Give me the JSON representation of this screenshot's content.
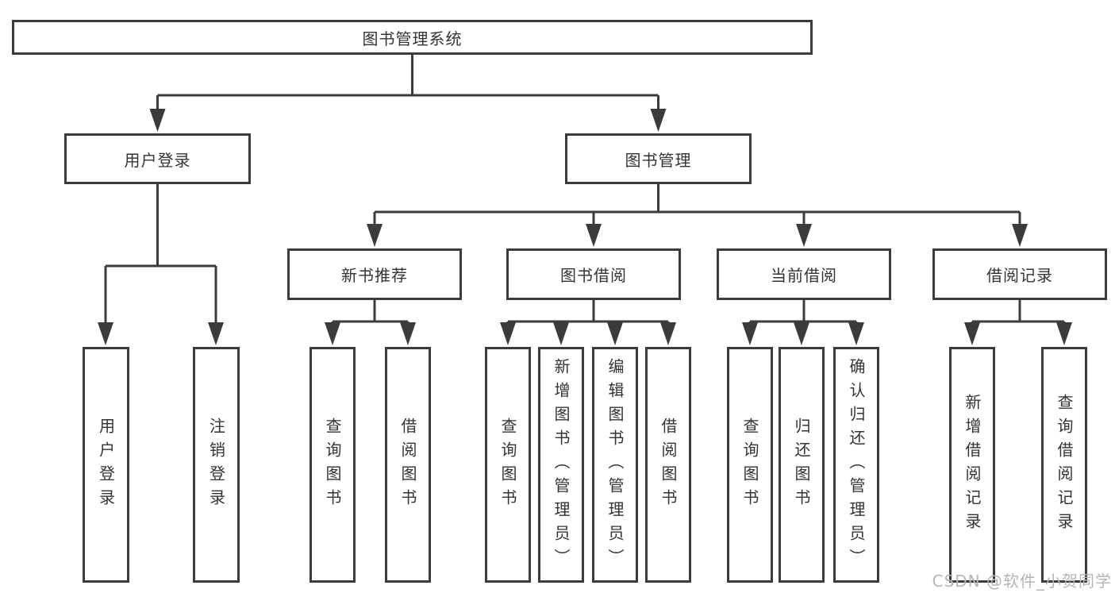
{
  "diagram": {
    "root": {
      "label": "图书管理系统"
    },
    "branches": [
      {
        "label": "用户登录",
        "children": [
          {
            "label": "用户登录"
          },
          {
            "label": "注销登录"
          }
        ]
      },
      {
        "label": "图书管理",
        "children": [
          {
            "label": "新书推荐",
            "children": [
              {
                "label": "查询图书"
              },
              {
                "label": "借阅图书"
              }
            ]
          },
          {
            "label": "图书借阅",
            "children": [
              {
                "label": "查询图书"
              },
              {
                "label": "新增图书（管理员）"
              },
              {
                "label": "编辑图书（管理员）"
              },
              {
                "label": "借阅图书"
              }
            ]
          },
          {
            "label": "当前借阅",
            "children": [
              {
                "label": "查询图书"
              },
              {
                "label": "归还图书"
              },
              {
                "label": "确认归还（管理员）"
              }
            ]
          },
          {
            "label": "借阅记录",
            "children": [
              {
                "label": "新增借阅记录"
              },
              {
                "label": "查询借阅记录"
              }
            ]
          }
        ]
      }
    ]
  },
  "watermark": {
    "text": "CSDN @软件_小贺同学"
  },
  "colors": {
    "line": "#3b3b3b",
    "text": "#333333",
    "watermark": "#b5b5b5",
    "background": "#ffffff"
  }
}
